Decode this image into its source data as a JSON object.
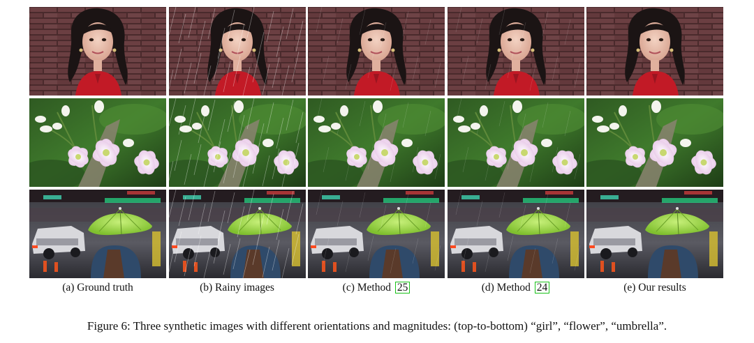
{
  "figure": {
    "columns": [
      {
        "key": "gt",
        "label": "(a)  Ground truth",
        "ref": ""
      },
      {
        "key": "rainy",
        "label": "(b)  Rainy images",
        "ref": ""
      },
      {
        "key": "m25",
        "label": "(c)  Method ",
        "ref": "25"
      },
      {
        "key": "m24",
        "label": "(d)  Method ",
        "ref": "24"
      },
      {
        "key": "ours",
        "label": "(e)  Our results",
        "ref": ""
      }
    ],
    "rows": [
      "girl",
      "flower",
      "umbrella"
    ],
    "caption": "Figure 6: Three synthetic images with different orientations and magnitudes: (top-to-bottom) “girl”, “flower”, “umbrella”."
  }
}
